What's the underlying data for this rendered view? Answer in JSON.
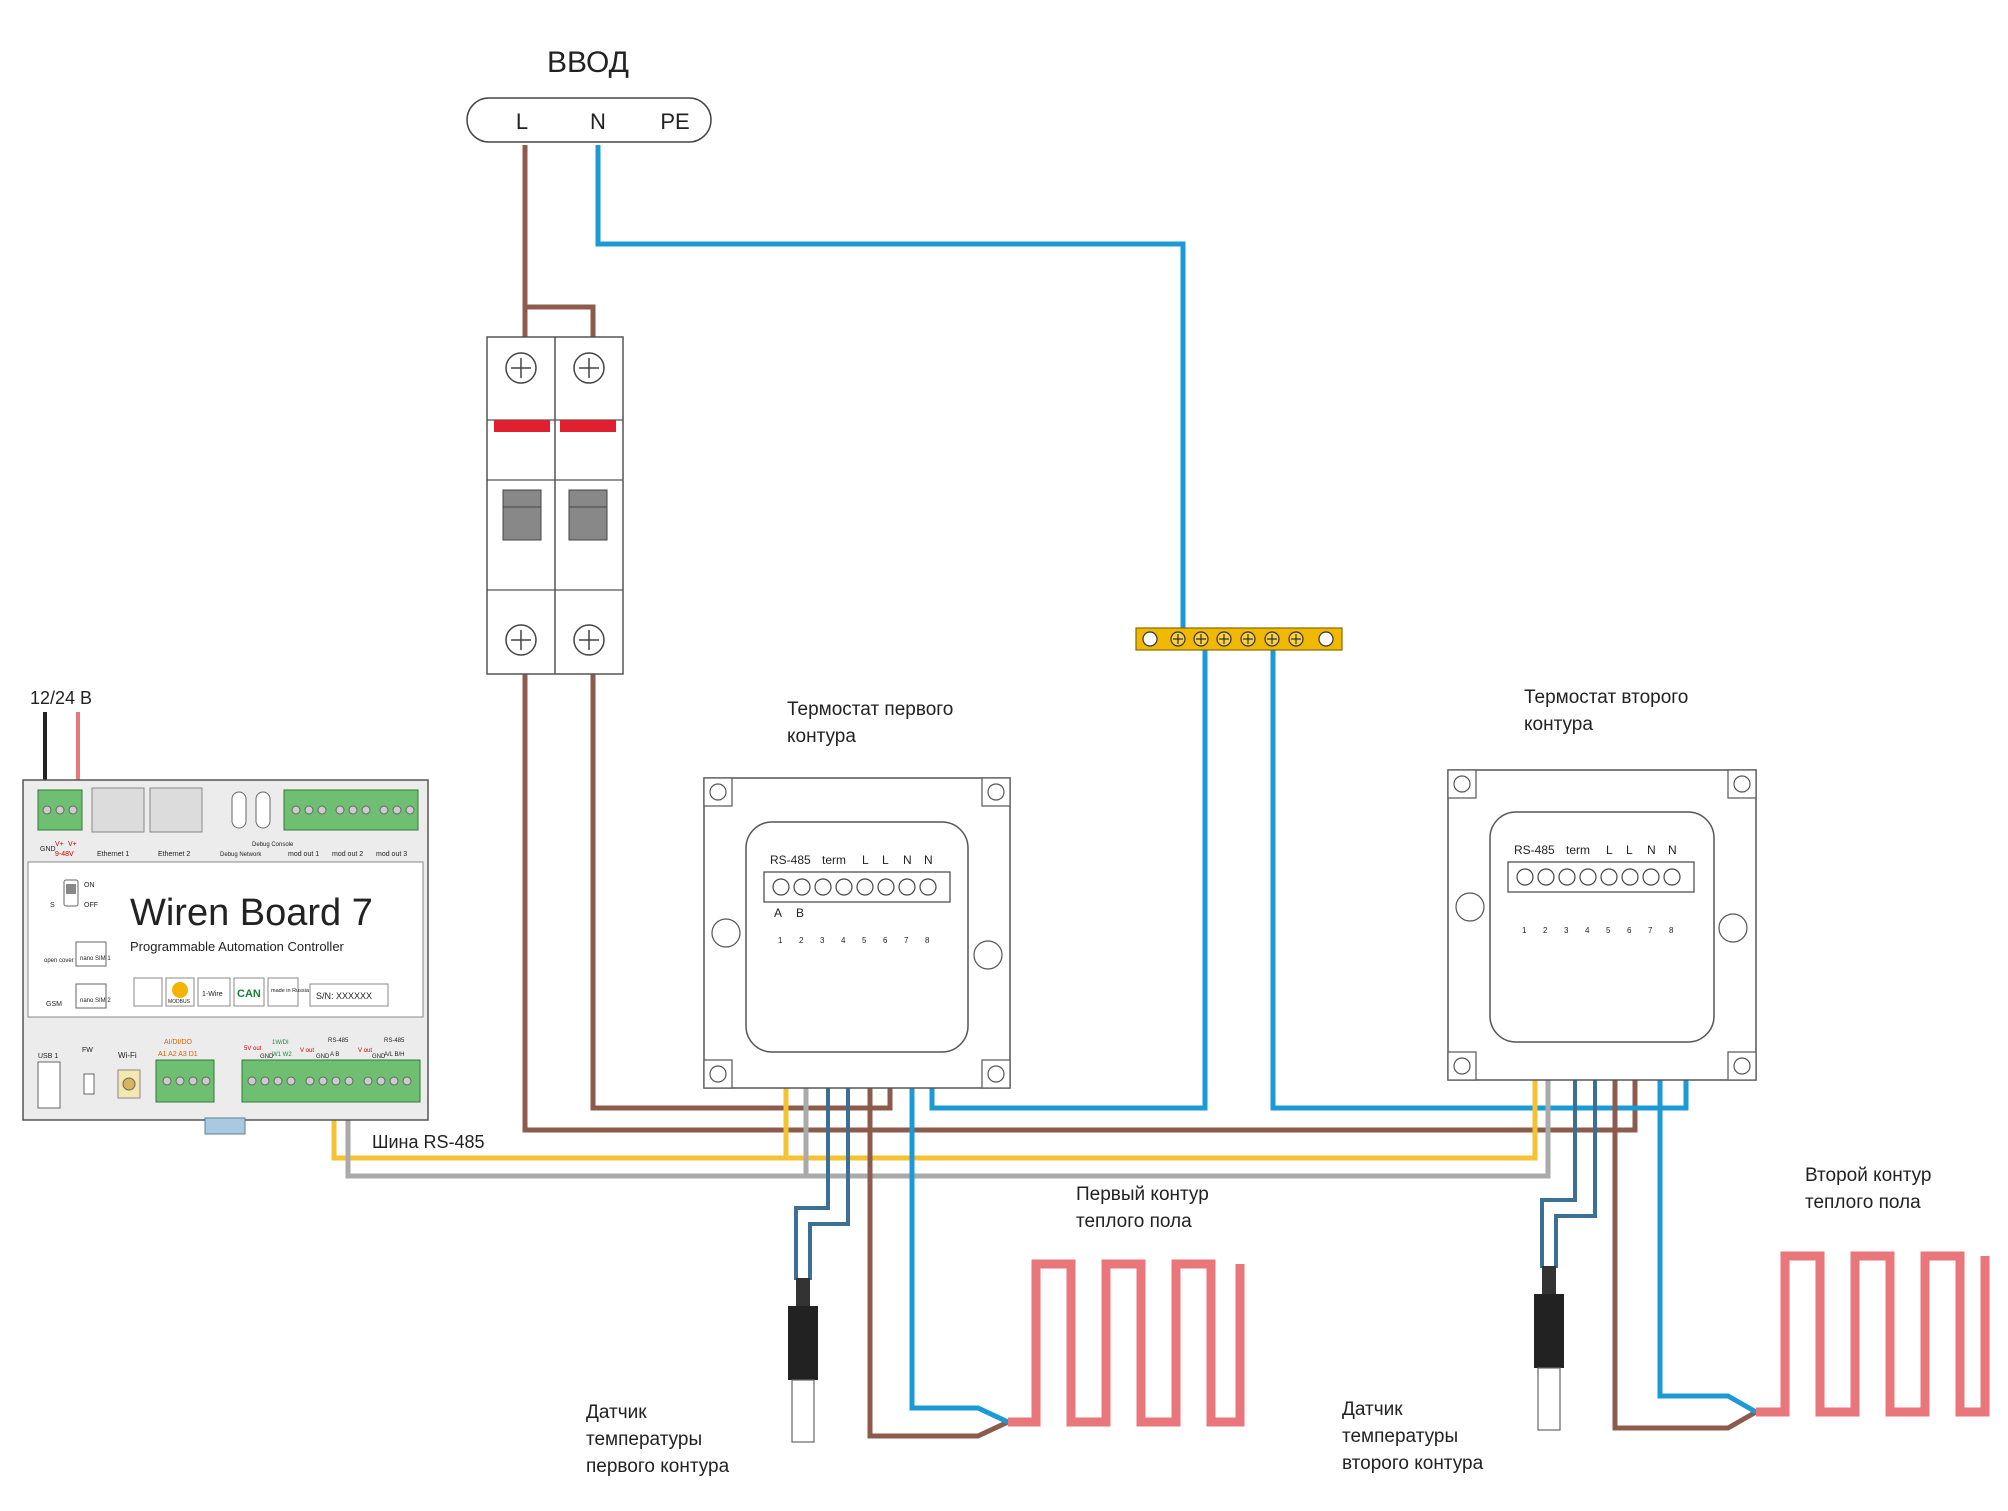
{
  "input": {
    "title": "ВВОД",
    "terminals": [
      "L",
      "N",
      "PE"
    ]
  },
  "supply": {
    "label": "12/24 В"
  },
  "controller": {
    "name": "Wiren Board 7",
    "subtitle": "Programmable Automation Controller",
    "serial": "S/N: XXXXXX",
    "top_labels": [
      "GND",
      "V+",
      "V+",
      "9-48V",
      "Ethernet 1",
      "Ethernet 2",
      "Debug Network",
      "Debug Console",
      "mod out 1",
      "mod out 2",
      "mod out 3"
    ],
    "bottom_labels": [
      "USB 1",
      "FW",
      "Wi-Fi",
      "AI/DI/DO",
      "A1 A2 A3 D1",
      "5V out",
      "GND",
      "1W/DI",
      "W1 W2",
      "V out",
      "GND",
      "RS-485",
      "A B",
      "V out",
      "GND",
      "RS-485",
      "A/L B/H"
    ],
    "side_labels": [
      "ON",
      "OFF",
      "S",
      "open cover",
      "nano SIM 1",
      "GSM",
      "nano SIM 2"
    ],
    "badges": [
      "MODBUS",
      "1-Wire",
      "CAN",
      "made in Russia"
    ]
  },
  "bus": {
    "label": "Шина RS-485"
  },
  "thermostat1": {
    "title_line1": "Термостат первого",
    "title_line2": "контура",
    "terminal_labels": [
      "RS-485",
      "term",
      "L",
      "L",
      "N",
      "N"
    ],
    "ab": [
      "A",
      "B"
    ],
    "pins": [
      "1",
      "2",
      "3",
      "4",
      "5",
      "6",
      "7",
      "8"
    ]
  },
  "thermostat2": {
    "title_line1": "Термостат второго",
    "title_line2": "контура",
    "terminal_labels": [
      "RS-485",
      "term",
      "L",
      "L",
      "N",
      "N"
    ],
    "pins": [
      "1",
      "2",
      "3",
      "4",
      "5",
      "6",
      "7",
      "8"
    ]
  },
  "floor1": {
    "line1": "Первый контур",
    "line2": "теплого пола"
  },
  "floor2": {
    "line1": "Второй контур",
    "line2": "теплого пола"
  },
  "sensor1": {
    "line1": "Датчик",
    "line2": "температуры",
    "line3": "первого контура"
  },
  "sensor2": {
    "line1": "Датчик",
    "line2": "температуры",
    "line3": "второго контура"
  },
  "colors": {
    "phase": "#8d5b4c",
    "neutral": "#1b9ad6",
    "rs485_a": "#f5c233",
    "rs485_b": "#aaaaaa",
    "sensor": "#3a6f96",
    "heating": "#e8767a",
    "busbar": "#f0b800"
  }
}
